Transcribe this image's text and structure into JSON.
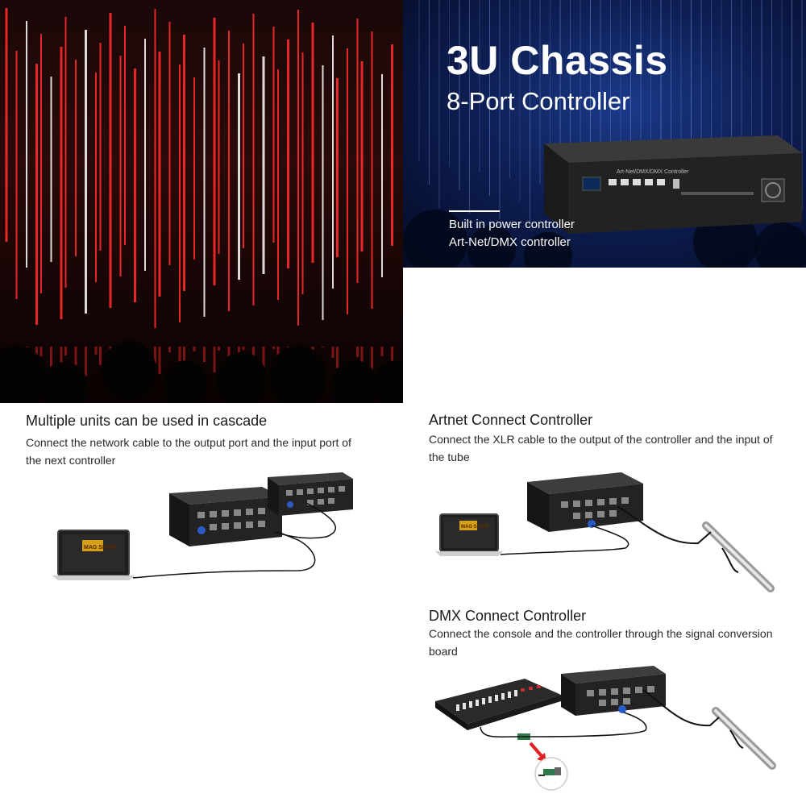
{
  "banner": {
    "title": "3U Chassis",
    "subtitle": "8-Port Controller",
    "features": [
      "Built in power controller",
      "Art-Net/DMX controller"
    ],
    "device_label": "Art-Net/DMX/DMX Controller"
  },
  "cascade": {
    "title": "Multiple units can be used in cascade",
    "description": "Connect the network cable to the output port and the input port of the next controller",
    "software_logo": "MAG SHOW"
  },
  "artnet": {
    "title": "Artnet Connect Controller",
    "description": "Connect the XLR cable to the output of the controller and the input of the tube",
    "software_logo": "MAG SHOW"
  },
  "dmx": {
    "title": "DMX Connect Controller",
    "description": "Connect the console and the controller through the signal conversion board"
  },
  "colors": {
    "stage_red": "#ff2a2a",
    "banner_blue": "#0e1f55",
    "device_black": "#1c1c1c",
    "cable": "#111111",
    "arrow_red": "#e02020"
  }
}
